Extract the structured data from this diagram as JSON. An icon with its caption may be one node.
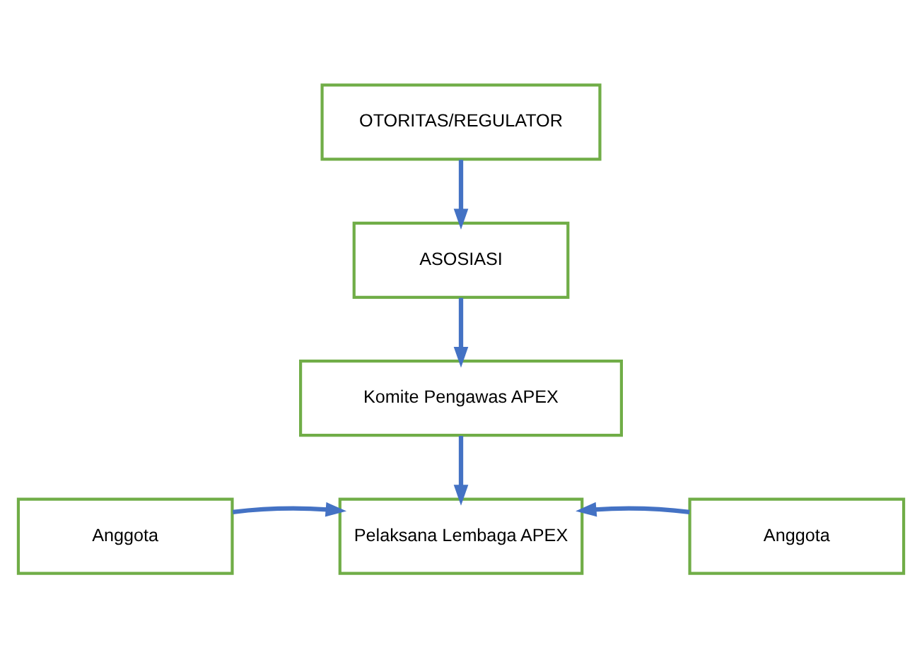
{
  "diagram": {
    "nodes": [
      {
        "text": [
          "OTORITAS/REGULATOR"
        ]
      },
      {
        "text": [
          "ASOSIASI"
        ]
      },
      {
        "text": [
          "Komite Pengawas APEX"
        ]
      },
      {
        "text": [
          "Anggota"
        ]
      },
      {
        "text": [
          "Pelaksana Lembaga APEX"
        ]
      },
      {
        "text": [
          "Anggota"
        ]
      }
    ],
    "edges": [
      {
        "from": 0,
        "to": 1,
        "arrow": "to"
      },
      {
        "from": 1,
        "to": 2,
        "arrow": "to"
      },
      {
        "from": 2,
        "to": 4,
        "arrow": "to"
      },
      {
        "from": 3,
        "to": 4,
        "arrow": "to"
      },
      {
        "from": 5,
        "to": 4,
        "arrow": "to"
      }
    ]
  }
}
